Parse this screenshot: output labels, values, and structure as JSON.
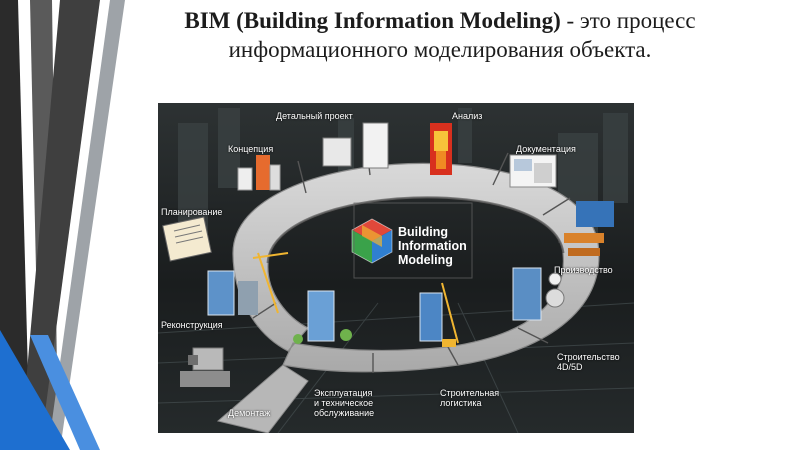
{
  "title": {
    "bold": "BIM (Building Information Modeling)",
    "rest": " - это процесс информационного моделирования объекта."
  },
  "diagram": {
    "center_lines": [
      "Building",
      "Information",
      "Modeling"
    ],
    "stages": {
      "concept": "Концепция",
      "detailed_design": "Детальный проект",
      "analysis": "Анализ",
      "documentation": "Документация",
      "planning": "Планирование",
      "production": "Производство",
      "reconstruction": "Реконструкция",
      "construction": [
        "Строительство",
        "4D/5D"
      ],
      "operation": [
        "Эксплуатация",
        "и техническое",
        "обслуживание"
      ],
      "logistics": [
        "Строительная",
        "логистика"
      ],
      "demolition": "Демонтаж"
    }
  },
  "colors": {
    "title": "#1c1c1c",
    "accent_blue": "#1e6fd0",
    "accent_dark": "#3d3d3d",
    "ring": "#c9c9c9",
    "panel_bg": "#1b1e1f"
  }
}
